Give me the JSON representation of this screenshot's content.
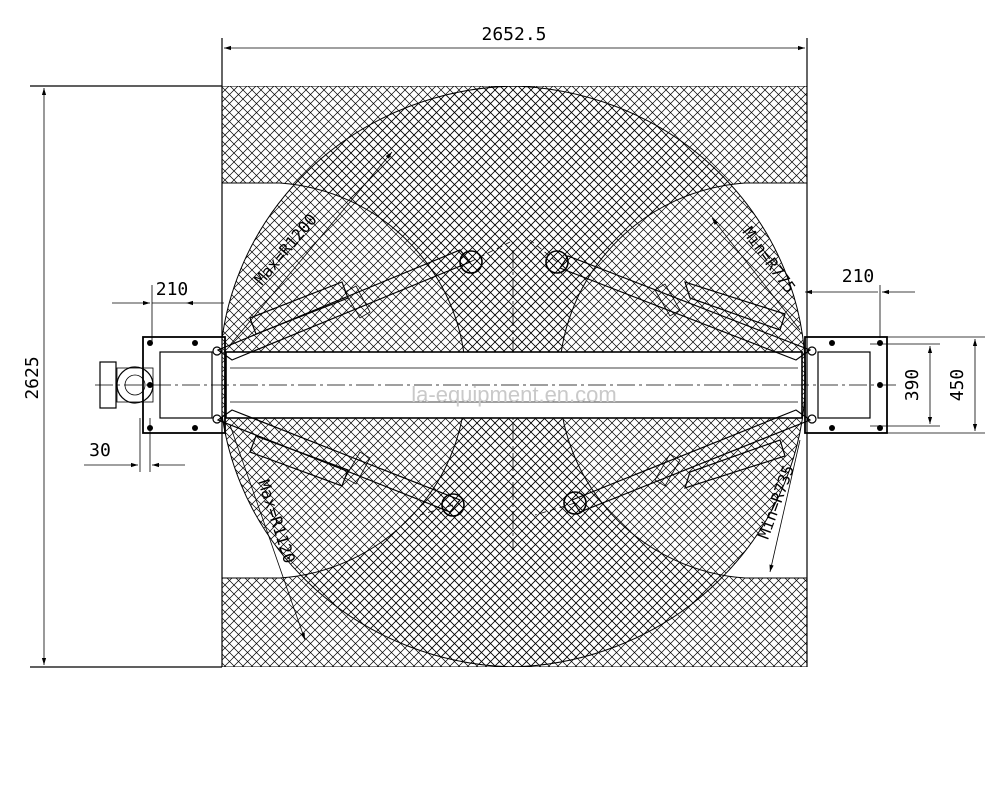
{
  "dimensions": {
    "overall_width": "2652.5",
    "overall_height": "2625",
    "left_column_offset": "210",
    "right_column_offset": "210",
    "base_offset": "30",
    "column_inner": "390",
    "column_outer": "450"
  },
  "radii": {
    "upper_left": "Max=R1200",
    "upper_right": "Min=R775",
    "lower_left": "Max=R1120",
    "lower_right": "Min=R735"
  },
  "watermark": "la-equipment.en.com",
  "colors": {
    "line": "#000000",
    "hatch": "#000000",
    "watermark": "#c9c9c9",
    "background": "#ffffff"
  }
}
